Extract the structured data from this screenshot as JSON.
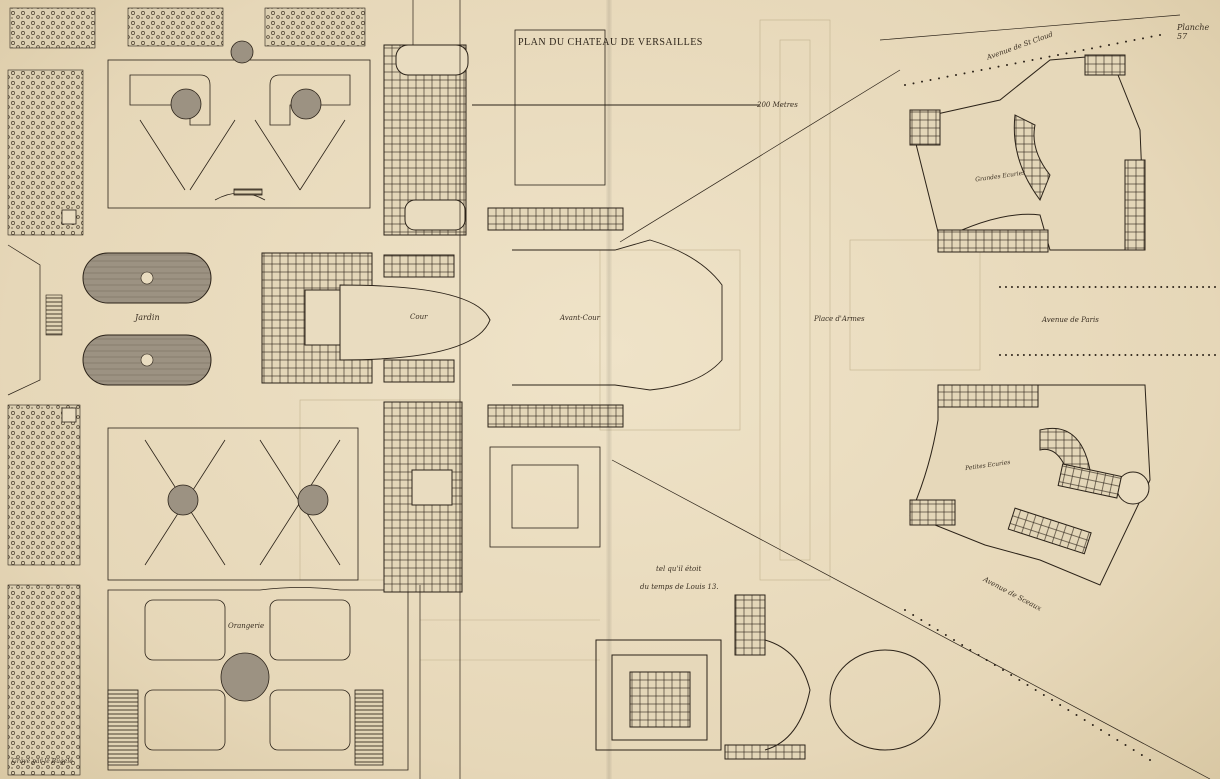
{
  "title": "PLAN DU CHATEAU DE VERSAILLES",
  "plate_number": "Planche 57",
  "scale_label": "200 Metres",
  "engraver": "Gravé par le Bugelé",
  "labels": {
    "jardin": "Jardin",
    "cour": "Cour",
    "avant_cour": "Avant-Cour",
    "place_armes": "Place d'Armes",
    "avenue_paris": "Avenue de Paris",
    "avenue_st_cloud": "Avenue de St Cloud",
    "avenue_sceaux": "Avenue de Sceaux",
    "grandes_ecuries": "Grandes Ecuries",
    "petites_ecuries": "Petites Ecuries",
    "orangerie": "Orangerie",
    "louis13_line1": "tel qu'il étoit",
    "louis13_line2": "du temps de Louis 13."
  },
  "colors": {
    "paper": "#e9dcc0",
    "ink": "#2b2218",
    "faint": "#b8a886",
    "wall": "#2b2218"
  }
}
